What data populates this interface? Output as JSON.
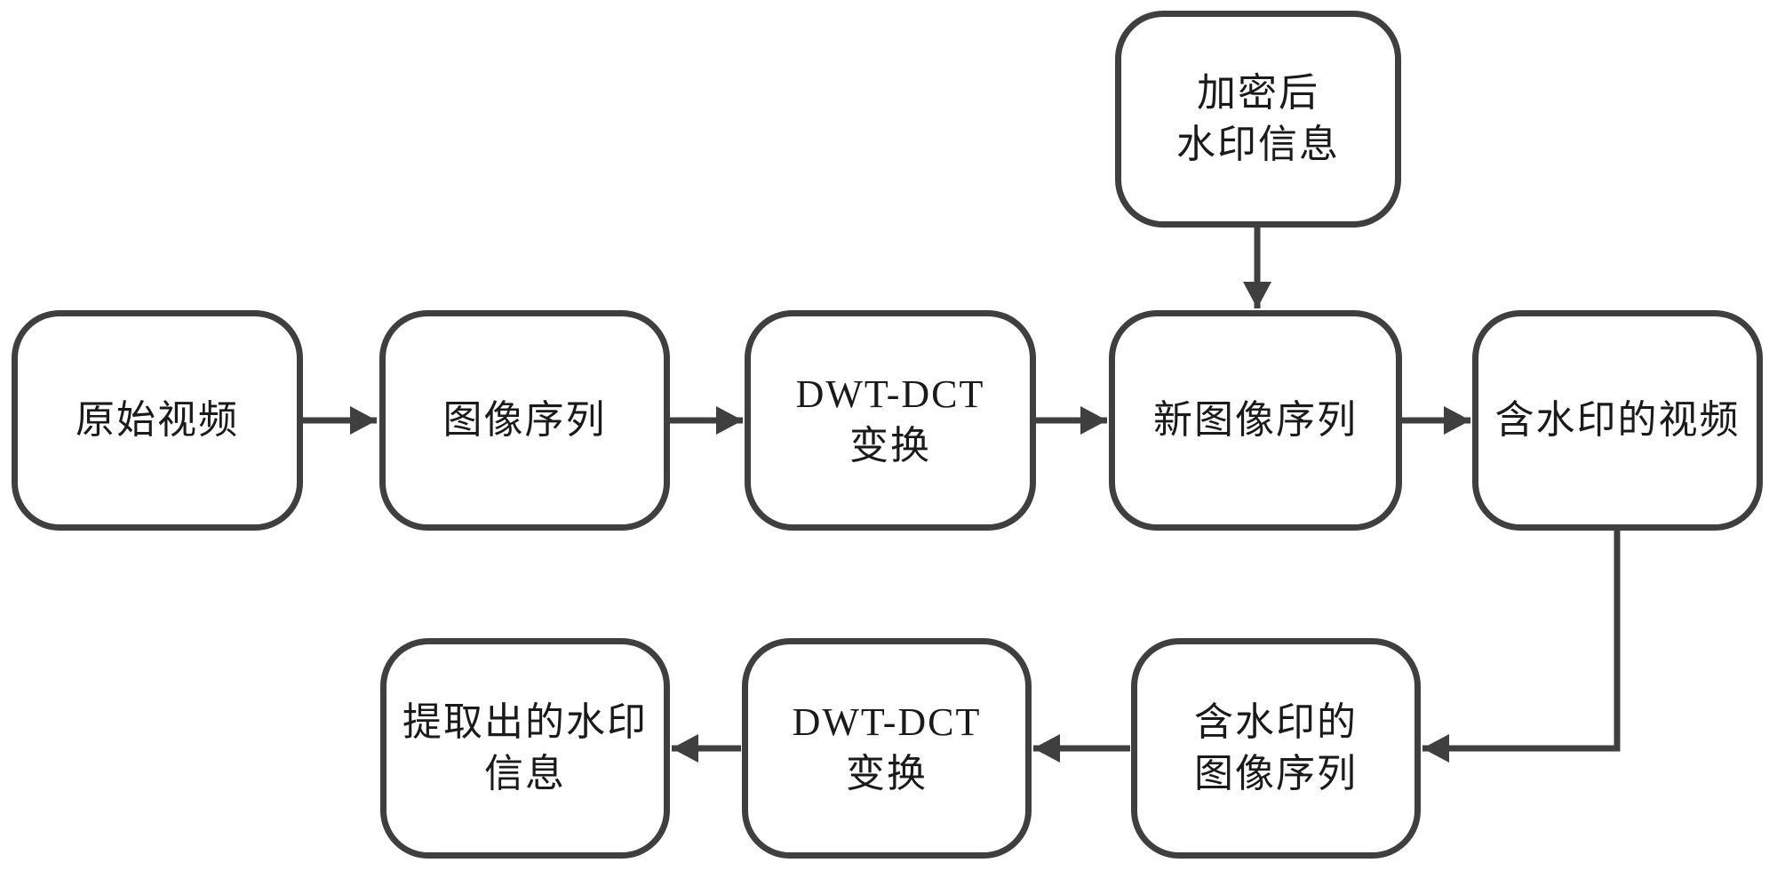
{
  "diagram": {
    "type": "flowchart",
    "subject": "DWT-DCT video watermark embedding and extraction process",
    "colors": {
      "stroke": "#3f3f3f",
      "text": "#1a1a1a",
      "background": "#ffffff"
    },
    "nodes": {
      "encrypted_watermark": {
        "lines": [
          "加密后",
          "水印信息"
        ]
      },
      "original_video": {
        "lines": [
          "原始视频"
        ]
      },
      "image_sequence": {
        "lines": [
          "图像序列"
        ]
      },
      "dwt_dct_transform_embed": {
        "lines": [
          "DWT-DCT",
          "变换"
        ]
      },
      "new_image_sequence": {
        "lines": [
          "新图像序列"
        ]
      },
      "watermarked_video": {
        "lines": [
          "含水印的视频"
        ]
      },
      "watermarked_image_sequence": {
        "lines": [
          "含水印的",
          "图像序列"
        ]
      },
      "dwt_dct_transform_extract": {
        "lines": [
          "DWT-DCT",
          "变换"
        ]
      },
      "extracted_watermark": {
        "lines": [
          "提取出的水印",
          "信息"
        ]
      }
    },
    "edges": [
      {
        "from": "original_video",
        "to": "image_sequence"
      },
      {
        "from": "image_sequence",
        "to": "dwt_dct_transform_embed"
      },
      {
        "from": "dwt_dct_transform_embed",
        "to": "new_image_sequence"
      },
      {
        "from": "encrypted_watermark",
        "to": "new_image_sequence"
      },
      {
        "from": "new_image_sequence",
        "to": "watermarked_video"
      },
      {
        "from": "watermarked_video",
        "to": "watermarked_image_sequence"
      },
      {
        "from": "watermarked_image_sequence",
        "to": "dwt_dct_transform_extract"
      },
      {
        "from": "dwt_dct_transform_extract",
        "to": "extracted_watermark"
      }
    ]
  }
}
